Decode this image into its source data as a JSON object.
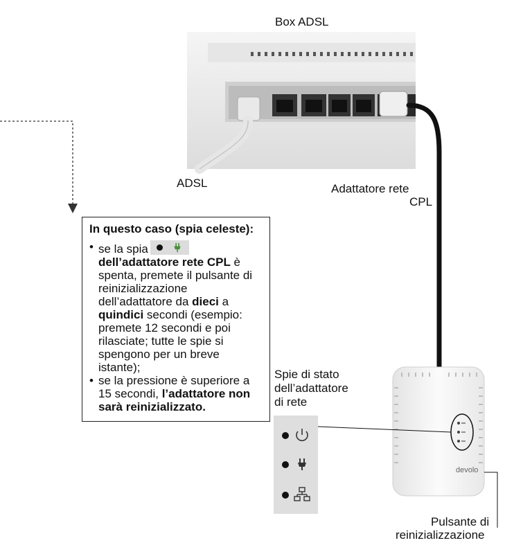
{
  "labels": {
    "box_adsl": "Box ADSL",
    "adsl": "ADSL",
    "adapter_line1": "Adattatore rete",
    "adapter_line2": "CPL",
    "status_line1": "Spie di stato",
    "status_line2": "dell’adattatore",
    "status_line3": "di rete",
    "reset_line1": "Pulsante di",
    "reset_line2": "reinizializzazione",
    "brand": "devolo"
  },
  "infobox": {
    "title": "In questo caso (spia celeste):",
    "b1_pre": "se la spia",
    "b1_bold1": "dell’adattatore rete CPL",
    "b1_mid1": " è spenta, premete il pulsante di reinizializzazione dell’adattatore da ",
    "b1_bold2": "dieci",
    "b1_mid2": " a ",
    "b1_bold3": "quindici",
    "b1_post": " secondi (esempio: premete 12 secondi e poi rilasciate; tutte le spie si spengono per un breve istante);",
    "b2_pre": "se la pressione è superiore a 15 secondi, ",
    "b2_bold": "l’adattatore non sarà reinizializzato."
  },
  "icons": {
    "status_row_1": "power-icon",
    "status_row_2": "plug-icon",
    "status_row_3": "network-icon"
  },
  "colors": {
    "ethernet_cable": "#111111",
    "adsl_cable": "#e6e6e6",
    "device_body": "#f2f2f2",
    "panel_bg": "#dedede"
  }
}
